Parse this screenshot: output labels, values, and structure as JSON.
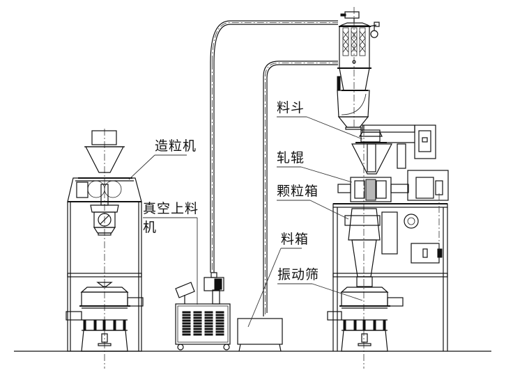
{
  "diagram": {
    "type": "equipment-layout-elevation",
    "components": [
      {
        "id": "granulator",
        "label": "造粒机"
      },
      {
        "id": "vacuum-loader",
        "label_line1": "真空上料",
        "label_line2": "机"
      },
      {
        "id": "feed-tank",
        "label": "料箱"
      },
      {
        "id": "hopper",
        "label": "料斗"
      },
      {
        "id": "roller",
        "label": "轧辊"
      },
      {
        "id": "granule-box",
        "label": "颗粒箱"
      },
      {
        "id": "vibrating-screen",
        "label": "振动筛"
      }
    ]
  },
  "labels": {
    "granulator": "造粒机",
    "vacuum_loader_1": "真空上料",
    "vacuum_loader_2": "机",
    "feed_tank": "料箱",
    "hopper": "料斗",
    "roller": "轧辊",
    "granule_box": "颗粒箱",
    "vibrating_screen": "振动筛"
  }
}
